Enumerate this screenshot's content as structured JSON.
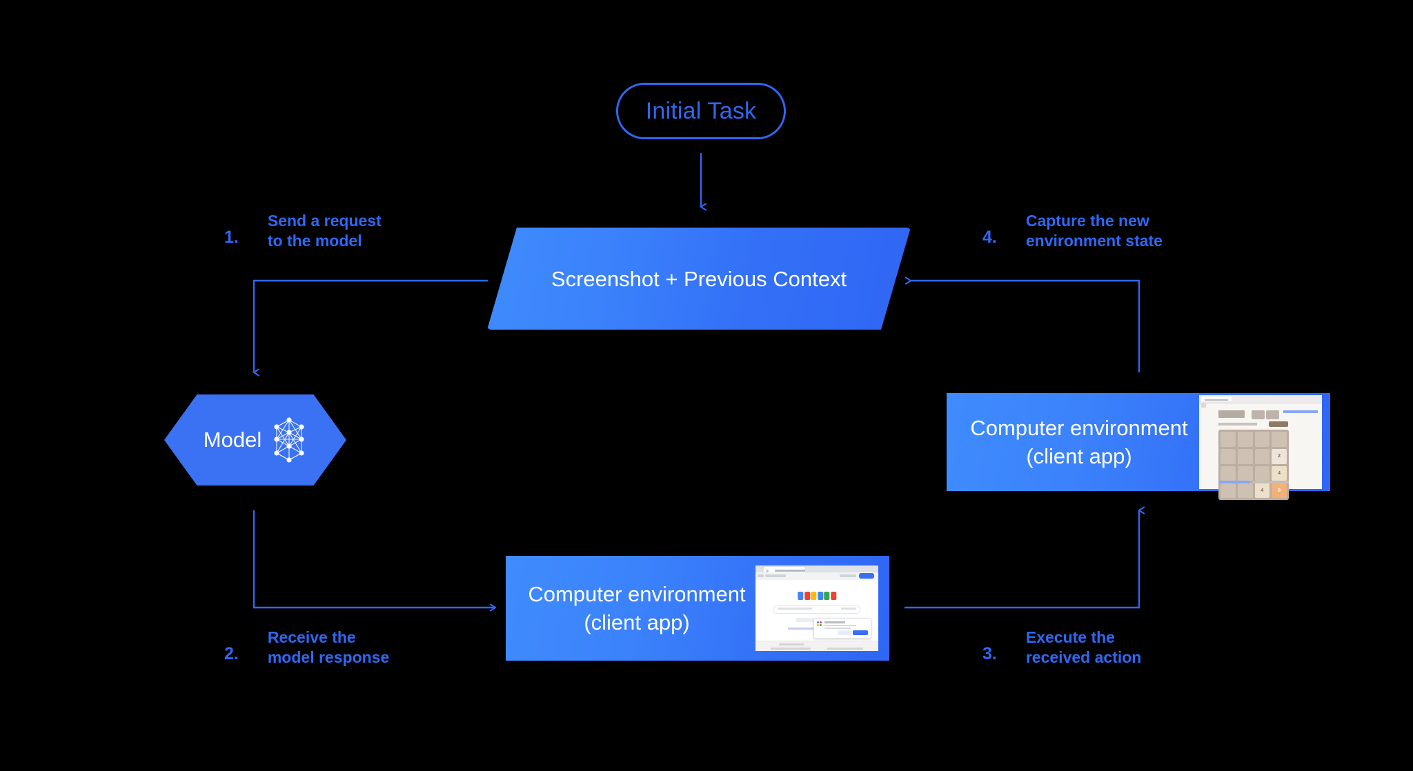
{
  "diagram": {
    "title_node": {
      "label": "Initial Task"
    },
    "context_node": {
      "label": "Screenshot + Previous\nContext"
    },
    "model_node": {
      "label": "Model",
      "icon": "neural-network-icon"
    },
    "env_right": {
      "label": "Computer environment\n(client app)",
      "thumbnail": "2048-game-screenshot"
    },
    "env_bottom": {
      "label": "Computer environment\n(client app)",
      "thumbnail": "google-search-screenshot"
    },
    "steps": [
      {
        "number": "1.",
        "text": "Send a request\nto the model"
      },
      {
        "number": "2.",
        "text": "Receive the\nmodel response"
      },
      {
        "number": "3.",
        "text": "Execute the\nreceived action"
      },
      {
        "number": "4.",
        "text": "Capture the new\nenvironment state"
      }
    ],
    "colors": {
      "background": "#000000",
      "accent_blue": "#2f68f5",
      "gradient_light": "#3f8cfd",
      "gradient_dark": "#2f66f4",
      "text_on_shape": "#ffffff"
    }
  },
  "thumbnails": {
    "game_2048": {
      "tiles": [
        "",
        "",
        "",
        "",
        "",
        "",
        "",
        "2",
        "",
        "",
        "",
        "4",
        "",
        "",
        "4",
        "8"
      ]
    }
  }
}
